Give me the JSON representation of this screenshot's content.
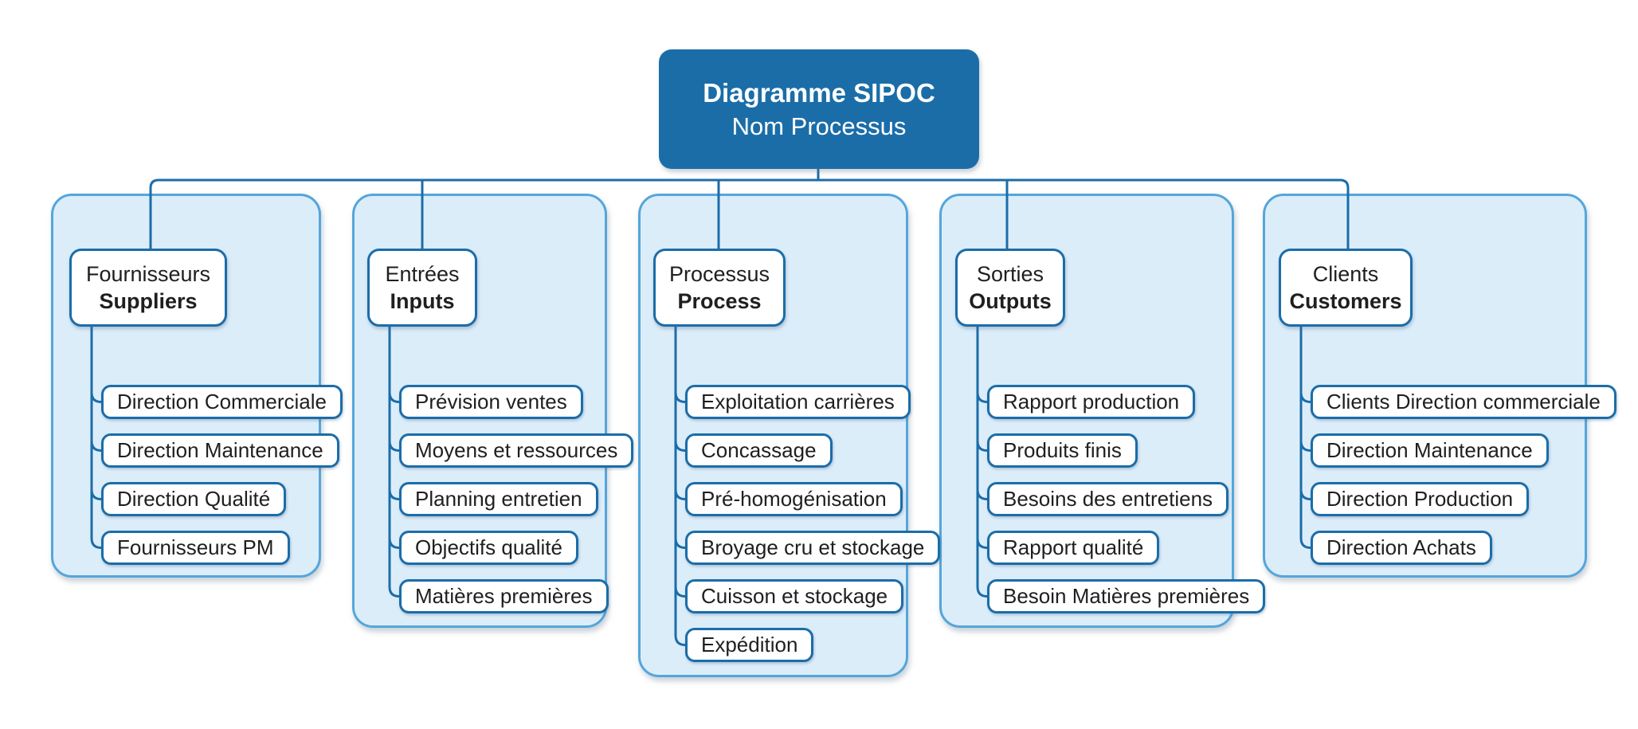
{
  "diagram": {
    "title": {
      "line1": "Diagramme SIPOC",
      "line2": "Nom Processus"
    },
    "columns": [
      {
        "id": "suppliers",
        "header": {
          "line1": "Fournisseurs",
          "line2": "Suppliers"
        },
        "items": [
          "Direction Commerciale",
          "Direction Maintenance",
          "Direction Qualité",
          "Fournisseurs PM"
        ]
      },
      {
        "id": "inputs",
        "header": {
          "line1": "Entrées",
          "line2": "Inputs"
        },
        "items": [
          "Prévision ventes",
          "Moyens et ressources",
          "Planning entretien",
          "Objectifs qualité",
          "Matières premières"
        ]
      },
      {
        "id": "process",
        "header": {
          "line1": "Processus",
          "line2": "Process"
        },
        "items": [
          "Exploitation carrières",
          "Concassage",
          "Pré-homogénisation",
          "Broyage cru et stockage",
          "Cuisson et stockage",
          "Expédition"
        ]
      },
      {
        "id": "outputs",
        "header": {
          "line1": "Sorties",
          "line2": "Outputs"
        },
        "items": [
          "Rapport production",
          "Produits finis",
          "Besoins des entretiens",
          "Rapport qualité",
          "Besoin Matières premières"
        ]
      },
      {
        "id": "customers",
        "header": {
          "line1": "Clients",
          "line2": "Customers"
        },
        "items": [
          "Clients Direction commerciale",
          "Direction Maintenance",
          "Direction Production",
          "Direction Achats"
        ]
      }
    ],
    "colors": {
      "accent_blue": "#1b6da8",
      "container_border": "#55a6da",
      "container_fill": "#dcedfa",
      "node_fill": "#ffffff",
      "node_text": "#1f1f1f",
      "title_text": "#ffffff",
      "background": "#ffffff"
    }
  }
}
